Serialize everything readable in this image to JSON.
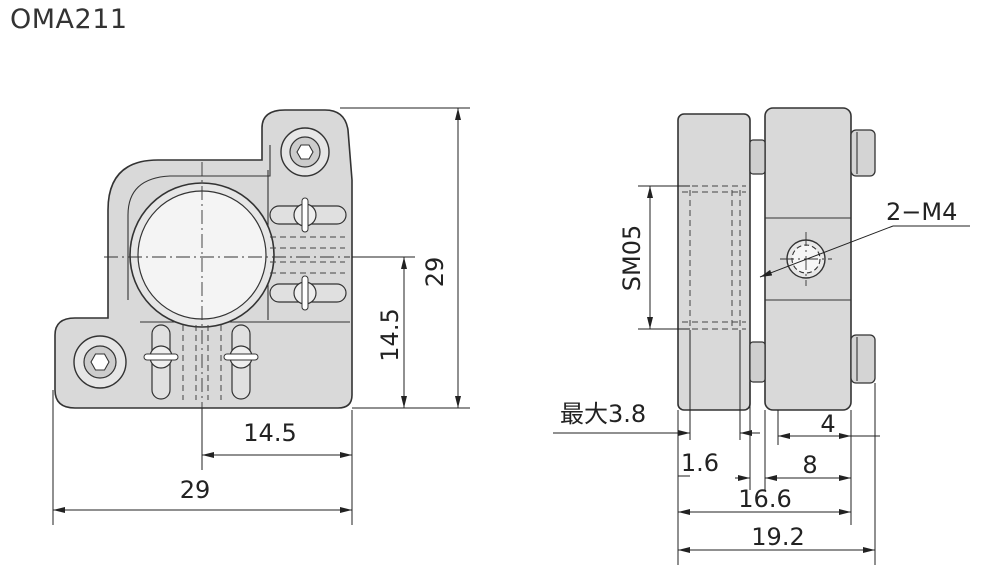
{
  "title": "OMA211",
  "front_view": {
    "dim_height_total": "29",
    "dim_height_center": "14.5",
    "dim_width_center": "14.5",
    "dim_width_total": "29"
  },
  "side_view": {
    "thread_label": "SM05",
    "bolt_label": "2−M4",
    "max_label": "最大3.8",
    "dim_1_6": "1.6",
    "dim_8": "8",
    "dim_4": "4",
    "dim_16_6": "16.6",
    "dim_19_2": "19.2"
  }
}
